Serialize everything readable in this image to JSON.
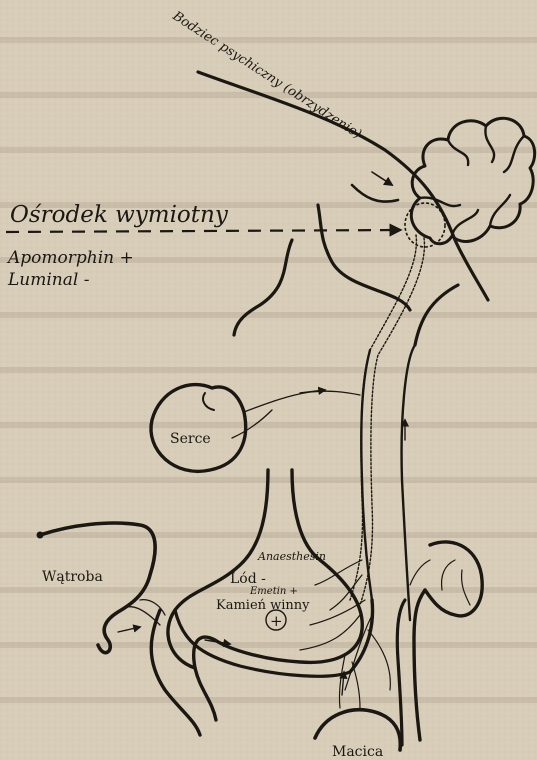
{
  "diagram": {
    "labels": {
      "stimulus": "Bodziec psychiczny (obrzydzenie)",
      "center": "Ośrodek wymiotny",
      "drug1": "Apomorphin +",
      "drug2": "Luminal -",
      "heart": "Serce",
      "liver": "Wątroba",
      "anesthesin": "Anaesthesin",
      "ice": "Lód -",
      "emetine": "Emetin +",
      "tartar": "Kamień winny",
      "plus": "+",
      "uterus": "Macica"
    }
  }
}
